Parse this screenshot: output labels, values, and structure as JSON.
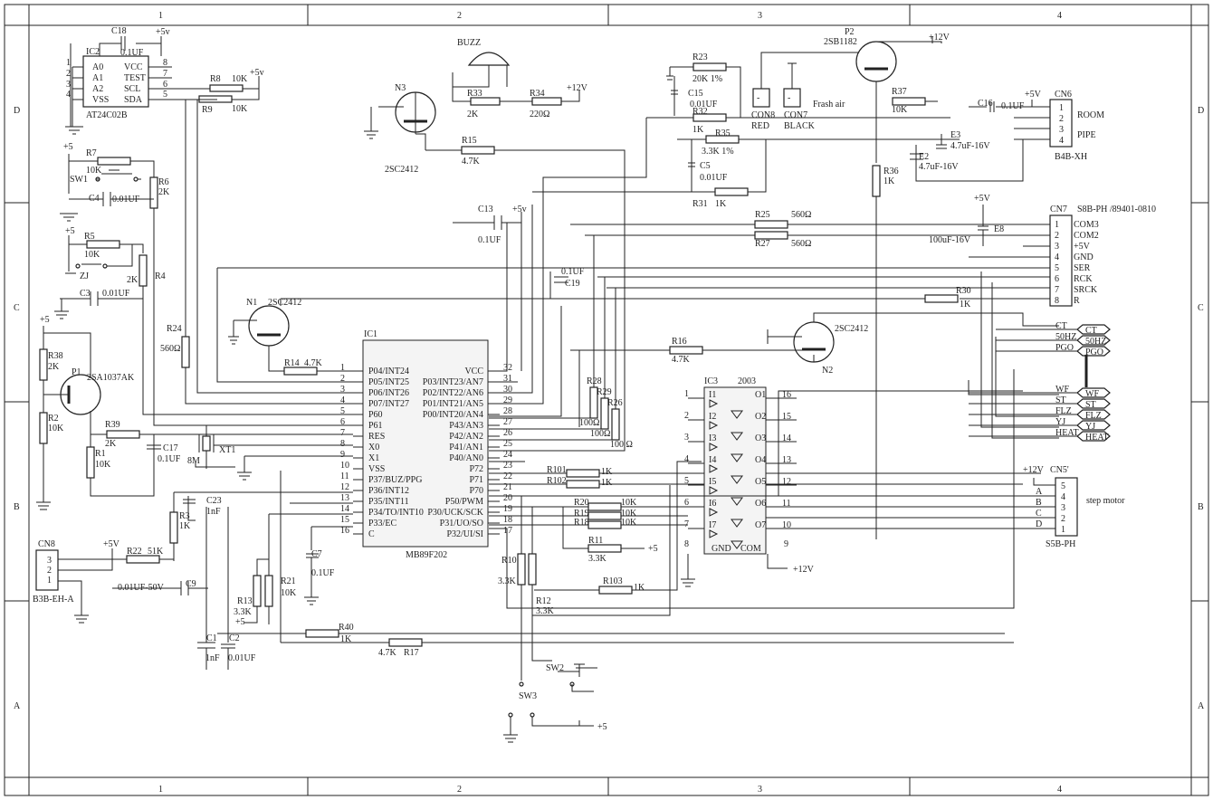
{
  "grid": {
    "columns": [
      "1",
      "2",
      "3",
      "4"
    ],
    "rows": [
      "D",
      "C",
      "B",
      "A"
    ]
  },
  "components": {
    "ic2": {
      "ref": "IC2",
      "part": "AT24C02B",
      "pins_left": [
        "A0",
        "A1",
        "A2",
        "VSS"
      ],
      "pins_right": [
        "VCC",
        "TEST",
        "SCL",
        "SDA"
      ],
      "nums_left": [
        "1",
        "2",
        "3",
        "4"
      ],
      "nums_right": [
        "8",
        "7",
        "6",
        "5"
      ]
    },
    "c18": {
      "ref": "C18",
      "value": "0.1UF"
    },
    "r8": {
      "ref": "R8",
      "value": "10K"
    },
    "r9": {
      "ref": "R9",
      "value": "10K"
    },
    "buzz": {
      "ref": "BUZZ"
    },
    "n3": {
      "ref": "N3",
      "part": "2SC2412"
    },
    "r33": {
      "ref": "R33",
      "value": "2K"
    },
    "r34": {
      "ref": "R34",
      "value": "220Ω"
    },
    "r15": {
      "ref": "R15",
      "value": "4.7K"
    },
    "r23": {
      "ref": "R23",
      "value": "20K 1%"
    },
    "c15": {
      "ref": "C15",
      "value": "0.01UF"
    },
    "r32": {
      "ref": "R32",
      "value": "1K"
    },
    "r35": {
      "ref": "R35",
      "value": "3.3K 1%"
    },
    "c5": {
      "ref": "C5",
      "value": "0.01UF"
    },
    "r31": {
      "ref": "R31",
      "value": "1K"
    },
    "con8": {
      "ref": "CON8",
      "label": "RED"
    },
    "con7": {
      "ref": "CON7",
      "label": "BLACK"
    },
    "fresh": "Frash air",
    "p2": {
      "ref": "P2",
      "part": "2SB1182"
    },
    "r37": {
      "ref": "R37",
      "value": "10K"
    },
    "c16": {
      "ref": "C16",
      "value": "0.1UF"
    },
    "e3": {
      "ref": "E3",
      "value": "4.7uF-16V"
    },
    "e2": {
      "ref": "E2",
      "value": "4.7uF-16V"
    },
    "r36": {
      "ref": "R36",
      "value": "1K"
    },
    "cn6": {
      "ref": "CN6",
      "part": "B4B-XH",
      "pins": [
        "1",
        "2",
        "3",
        "4"
      ],
      "labels": [
        "ROOM",
        "PIPE"
      ]
    },
    "cn7": {
      "ref": "CN7",
      "part": "S8B-PH /89401-0810",
      "pins": [
        "1",
        "2",
        "3",
        "4",
        "5",
        "6",
        "7",
        "8"
      ],
      "labels": [
        "COM3",
        "COM2",
        "+5V",
        "GND",
        "SER",
        "RCK",
        "SRCK",
        "R"
      ]
    },
    "r25": {
      "ref": "R25",
      "value": "560Ω"
    },
    "r27": {
      "ref": "R27",
      "value": "560Ω"
    },
    "e8": {
      "ref": "E8",
      "value": "100uF-16V"
    },
    "r30": {
      "ref": "R30",
      "value": "1K"
    },
    "c13": {
      "ref": "C13",
      "value": "0.1UF"
    },
    "c19": {
      "ref": "C19",
      "value": "0.1UF"
    },
    "r7": {
      "ref": "R7",
      "value": "10K"
    },
    "sw1": {
      "ref": "SW1"
    },
    "c4": {
      "ref": "C4",
      "value": "0.01UF"
    },
    "r6": {
      "ref": "R6",
      "value": "2K"
    },
    "r5": {
      "ref": "R5",
      "value": "10K"
    },
    "zj": "ZJ",
    "r4": {
      "ref": "R4",
      "value": "2K"
    },
    "c3": {
      "ref": "C3",
      "value": "0.01UF"
    },
    "n1": {
      "ref": "N1",
      "part": "2SC2412"
    },
    "r24": {
      "ref": "R24",
      "value": "560Ω"
    },
    "r14": {
      "ref": "R14",
      "value": "4.7K"
    },
    "r38": {
      "ref": "R38",
      "value": "2K"
    },
    "p1": {
      "ref": "P1",
      "part": "2SA1037AK"
    },
    "r2": {
      "ref": "R2",
      "value": "10K"
    },
    "r1": {
      "ref": "R1",
      "value": "10K"
    },
    "r39": {
      "ref": "R39",
      "value": "2K"
    },
    "c17": {
      "ref": "C17",
      "value": "0.1UF"
    },
    "xt1": {
      "ref": "XT1",
      "value": "8M"
    },
    "ic1": {
      "ref": "IC1",
      "part": "MB89F202",
      "pins_left": [
        "P04/INT24",
        "P05/INT25",
        "P06/INT26",
        "P07/INT27",
        "P60",
        "P61",
        "RES",
        "X0",
        "X1",
        "VSS",
        "P37/BUZ/PPG",
        "P36/INT12",
        "P35/INT11",
        "P34/TO/INT10",
        "P33/EC",
        "C"
      ],
      "nums_left": [
        "1",
        "2",
        "3",
        "4",
        "5",
        "6",
        "7",
        "8",
        "9",
        "10",
        "11",
        "12",
        "13",
        "14",
        "15",
        "16"
      ],
      "pins_right": [
        "VCC",
        "P03/INT23/AN7",
        "P02/INT22/AN6",
        "P01/INT21/AN5",
        "P00/INT20/AN4",
        "P43/AN3",
        "P42/AN2",
        "P41/AN1",
        "P40/AN0",
        "P72",
        "P71",
        "P70",
        "P50/PWM",
        "P30/UCK/SCK",
        "P31/UO/SO",
        "P32/UI/SI"
      ],
      "nums_right": [
        "32",
        "31",
        "30",
        "29",
        "28",
        "27",
        "26",
        "25",
        "24",
        "23",
        "22",
        "21",
        "20",
        "19",
        "18",
        "17"
      ]
    },
    "n2": {
      "ref": "N2",
      "part": "2SC2412"
    },
    "r16": {
      "ref": "R16",
      "value": "4.7K"
    },
    "r28": {
      "ref": "R28",
      "value": "100Ω"
    },
    "r29": {
      "ref": "R29",
      "value": "100Ω"
    },
    "r26": {
      "ref": "R26",
      "value": "100 Ω"
    },
    "r101": {
      "ref": "R101",
      "value": "1K"
    },
    "r102": {
      "ref": "R102",
      "value": "1K"
    },
    "r20": {
      "ref": "R20",
      "value": "10K"
    },
    "r19": {
      "ref": "R19",
      "value": "10K"
    },
    "r18": {
      "ref": "R18",
      "value": "10K"
    },
    "r11": {
      "ref": "R11",
      "value": "3.3K"
    },
    "r103": {
      "ref": "R103",
      "value": "1K"
    },
    "ic3": {
      "ref": "IC3",
      "part": "2003",
      "inputs": [
        "I1",
        "I2",
        "I3",
        "I4",
        "I5",
        "I6",
        "I7"
      ],
      "outputs": [
        "O1",
        "O2",
        "O3",
        "O4",
        "O5",
        "O6",
        "O7"
      ],
      "in_nums": [
        "1",
        "2",
        "3",
        "4",
        "5",
        "6",
        "7"
      ],
      "out_nums": [
        "16",
        "15",
        "14",
        "13",
        "12",
        "11",
        "10"
      ],
      "gnd": "GND",
      "com": "COM",
      "gnd_num": "8",
      "com_num": "9"
    },
    "cn_right": {
      "top": [
        "CT",
        "50HZ",
        "PGO"
      ],
      "bottom": [
        "WF",
        "ST",
        "FLZ",
        "YJ",
        "HEAT"
      ]
    },
    "cn5": {
      "ref": "CN5'",
      "part": "S5B-PH",
      "pins": [
        "5",
        "4",
        "3",
        "2",
        "1"
      ],
      "labels": [
        "A",
        "B",
        "C",
        "D"
      ],
      "note": "step motor"
    },
    "c23": {
      "ref": "C23",
      "value": "1nF"
    },
    "r3": {
      "ref": "R3",
      "value": "1K"
    },
    "c7": {
      "ref": "C7",
      "value": "0.1UF"
    },
    "r10": {
      "ref": "R10",
      "value": "3.3K"
    },
    "r12": {
      "ref": "R12",
      "value": "3.3K"
    },
    "cn8": {
      "ref": "CN8",
      "part": "B3B-EH-A",
      "pins": [
        "3",
        "2",
        "1"
      ]
    },
    "r22": {
      "ref": "R22",
      "value": "51K"
    },
    "c9": {
      "ref": "C9",
      "value": "0.01UF-50V"
    },
    "r21": {
      "ref": "R21",
      "value": "10K"
    },
    "r13": {
      "ref": "R13",
      "value": "3.3K"
    },
    "r40": {
      "ref": "R40",
      "value": "1K"
    },
    "r17": {
      "ref": "R17",
      "value": "4.7K"
    },
    "c1": {
      "ref": "C1",
      "value": "1nF"
    },
    "c2": {
      "ref": "C2",
      "value": "0.01UF"
    },
    "sw2": {
      "ref": "SW2"
    },
    "sw3": {
      "ref": "SW3"
    }
  },
  "rails": {
    "v5": "+5v",
    "v5b": "+5V",
    "v5c": "+5",
    "v12": "+12V"
  }
}
